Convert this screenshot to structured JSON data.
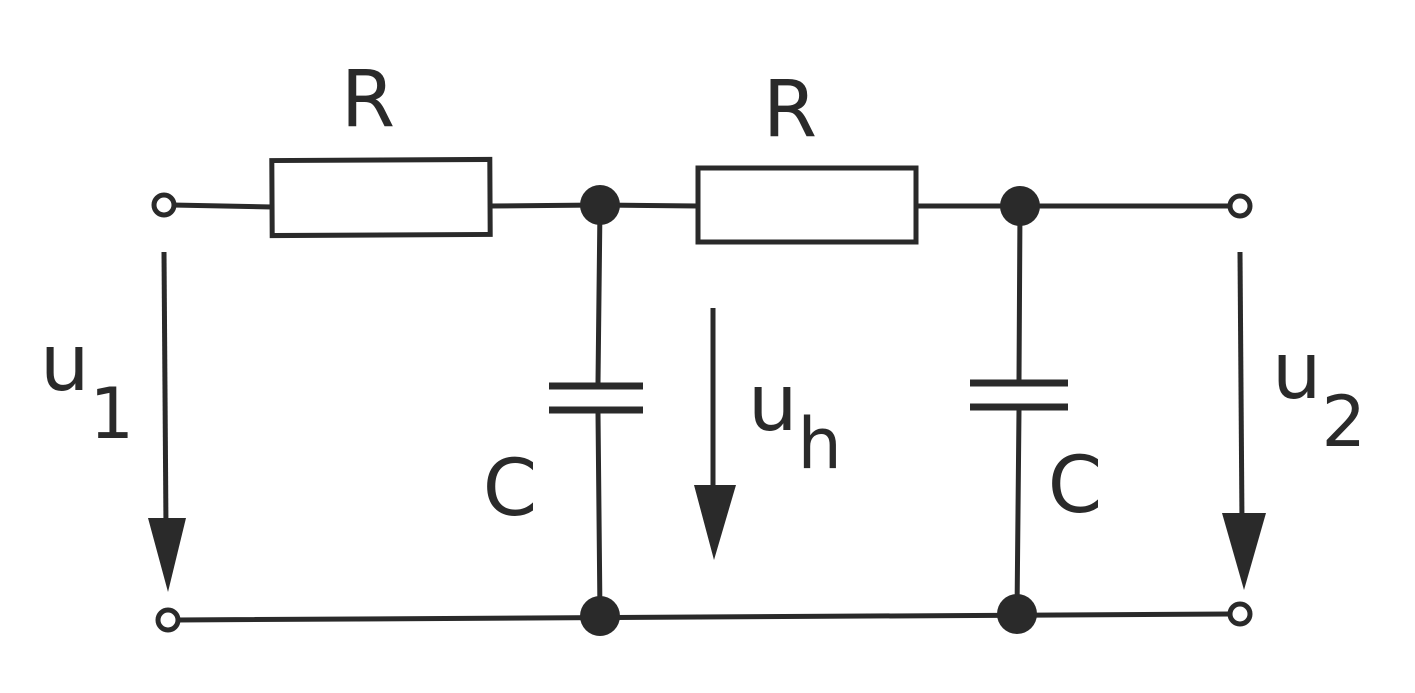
{
  "diagram": {
    "resistors": [
      {
        "label": "R"
      },
      {
        "label": "R"
      }
    ],
    "capacitors": [
      {
        "label": "C"
      },
      {
        "label": "C"
      }
    ],
    "voltages": [
      {
        "symbol": "u",
        "subscript": "1"
      },
      {
        "symbol": "u",
        "subscript": "h"
      },
      {
        "symbol": "u",
        "subscript": "2"
      }
    ]
  }
}
